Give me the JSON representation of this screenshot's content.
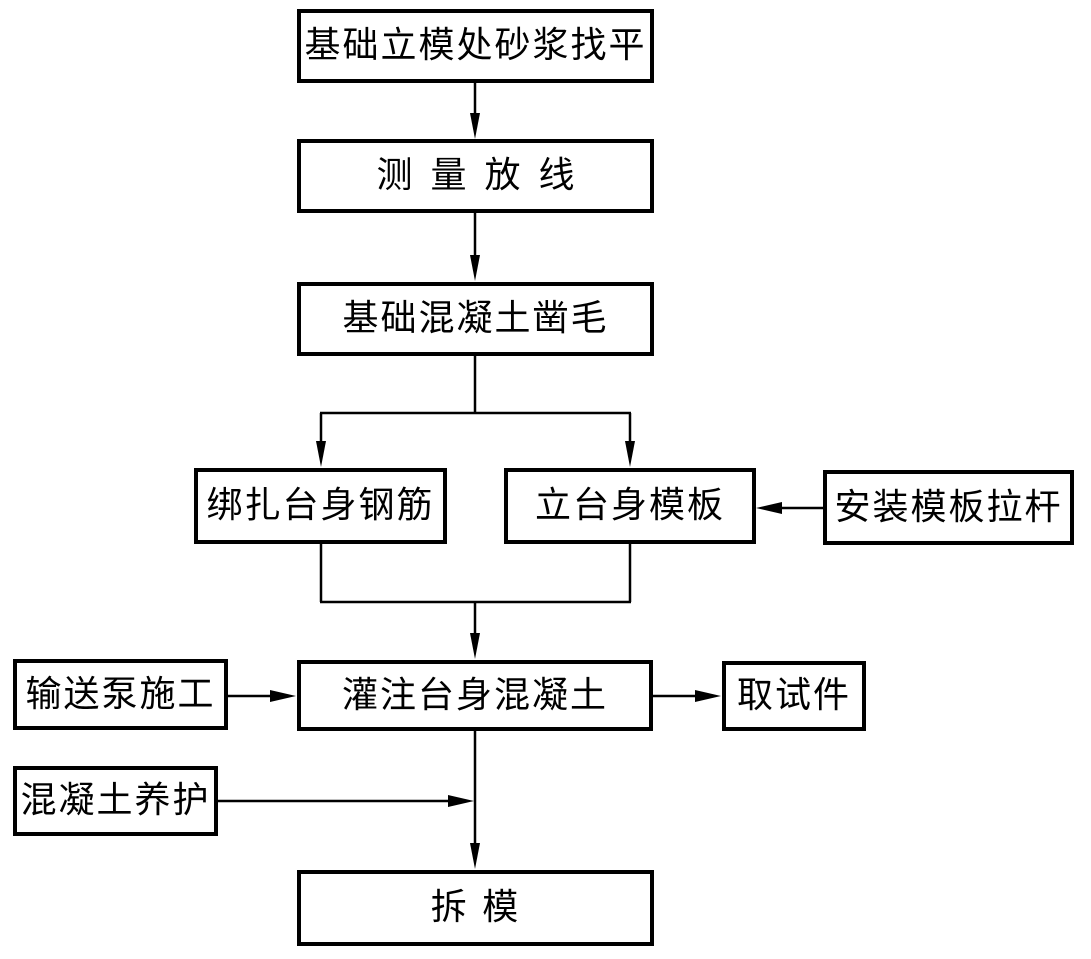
{
  "diagram": {
    "type": "flowchart",
    "colors": {
      "line": "#000000",
      "background": "#ffffff",
      "box_fill": "#ffffff"
    },
    "nodes": {
      "mortar": {
        "label": "基础立模处砂浆找平"
      },
      "survey": {
        "label": "测量放线"
      },
      "roughen": {
        "label": "基础混凝土凿毛"
      },
      "rebar": {
        "label": "绑扎台身钢筋"
      },
      "formwork": {
        "label": "立台身模板"
      },
      "tierod": {
        "label": "安装模板拉杆"
      },
      "pump": {
        "label": "输送泵施工"
      },
      "pour": {
        "label": "灌注台身混凝土"
      },
      "specimen": {
        "label": "取试件"
      },
      "curing": {
        "label": "混凝土养护"
      },
      "demold": {
        "label": "拆 模"
      }
    },
    "edges": [
      {
        "from": "mortar",
        "to": "survey",
        "arrow": true
      },
      {
        "from": "survey",
        "to": "roughen",
        "arrow": true
      },
      {
        "from": "roughen",
        "to": "rebar",
        "arrow": true
      },
      {
        "from": "roughen",
        "to": "formwork",
        "arrow": true
      },
      {
        "from": "tierod",
        "to": "formwork",
        "arrow": true
      },
      {
        "from": "rebar",
        "to": "pour",
        "arrow": true
      },
      {
        "from": "formwork",
        "to": "pour",
        "arrow": true
      },
      {
        "from": "pump",
        "to": "pour",
        "arrow": true
      },
      {
        "from": "pour",
        "to": "specimen",
        "arrow": true
      },
      {
        "from": "curing",
        "to": "pour-demold-line",
        "arrow": true
      },
      {
        "from": "pour",
        "to": "demold",
        "arrow": true
      }
    ]
  }
}
